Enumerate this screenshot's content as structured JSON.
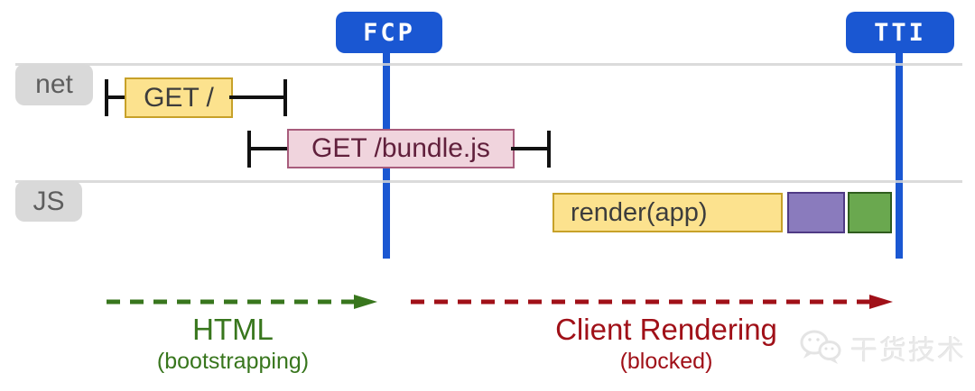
{
  "colors": {
    "marker-blue": "#1a57d2",
    "tab-gray": "#d9d9d9",
    "tab-text": "#5e5e5e",
    "task-yellow": "#fce28e",
    "task-yellow-border": "#c7a129",
    "request-pink": "#f0d4dd",
    "request-pink-border": "#a85c7c",
    "request-pink-text": "#61203c",
    "purple": "#8a7bbd",
    "purple-border": "#4f3a85",
    "green": "#6aa84f",
    "green-border": "#2f5c1e",
    "phase-green": "#38761d",
    "phase-red": "#a01018",
    "whisker-black": "#111111",
    "box-text": "#3c3c3c",
    "watermark-gray": "#e9e9e9"
  },
  "markers": [
    {
      "label": "FCP"
    },
    {
      "label": "TTI"
    }
  ],
  "rows": [
    {
      "label": "net"
    },
    {
      "label": "JS"
    }
  ],
  "network_requests": [
    {
      "label": "GET /"
    },
    {
      "label": "GET /bundle.js"
    }
  ],
  "js_tasks": [
    {
      "label": "render(app)"
    },
    {
      "label": ""
    },
    {
      "label": ""
    }
  ],
  "phases": [
    {
      "label": "HTML",
      "sublabel": "(bootstrapping)"
    },
    {
      "label": "Client Rendering",
      "sublabel": "(blocked)"
    }
  ],
  "watermark": {
    "label": "干货技术"
  }
}
